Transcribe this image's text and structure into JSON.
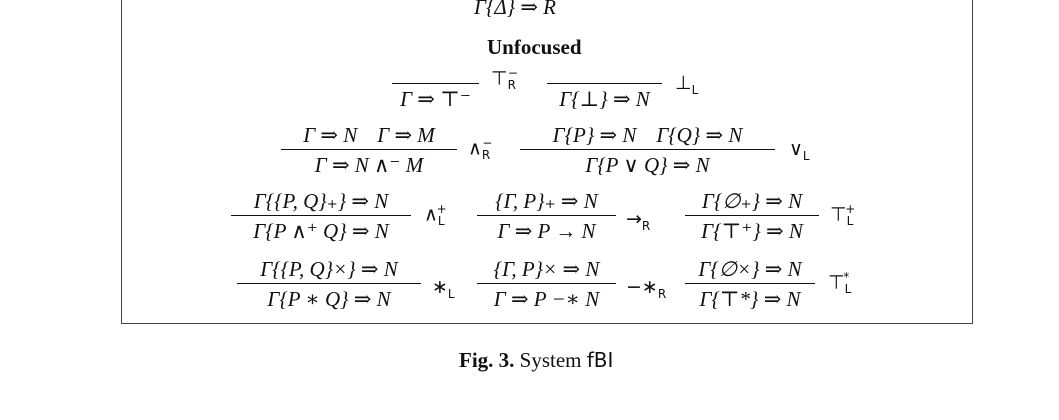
{
  "top_partial": "Γ{Δ} ⇒ R",
  "section_title": "Unfocused",
  "rules": {
    "top_r": {
      "prem": [],
      "concl": "Γ ⇒ ⊤⁻",
      "label": "⊤R⁻"
    },
    "bot_l": {
      "prem": [],
      "concl": "Γ{⊥} ⇒ N",
      "label": "⊥L"
    },
    "and_r": {
      "prem": [
        "Γ ⇒ N",
        "Γ ⇒ M"
      ],
      "concl": "Γ ⇒ N ∧⁻ M",
      "label": "∧R⁻"
    },
    "or_l": {
      "prem": [
        "Γ{P} ⇒ N",
        "Γ{Q} ⇒ N"
      ],
      "concl": "Γ{P ∨ Q} ⇒ N",
      "label": "∨L"
    },
    "and_l": {
      "prem": [
        "Γ{{P, Q}₊} ⇒ N"
      ],
      "concl": "Γ{P ∧⁺ Q} ⇒ N",
      "label": "∧L⁺"
    },
    "imp_r": {
      "prem": [
        "{Γ, P}₊ ⇒ N"
      ],
      "concl": "Γ ⇒ P → N",
      "label": "→R"
    },
    "top_l": {
      "prem": [
        "Γ{∅₊} ⇒ N"
      ],
      "concl": "Γ{⊤⁺} ⇒ N",
      "label": "⊤L⁺"
    },
    "star_l": {
      "prem": [
        "Γ{{P, Q}×} ⇒ N"
      ],
      "concl": "Γ{P ∗ Q} ⇒ N",
      "label": "∗L"
    },
    "wand_r": {
      "prem": [
        "{Γ, P}× ⇒ N"
      ],
      "concl": "Γ ⇒ P −∗ N",
      "label": "−∗R"
    },
    "topstar_l": {
      "prem": [
        "Γ{∅×} ⇒ N"
      ],
      "concl": "Γ{⊤*} ⇒ N",
      "label": "⊤L*"
    }
  },
  "caption": {
    "fig": "Fig. 3.",
    "text": "System",
    "system": "fBI"
  }
}
